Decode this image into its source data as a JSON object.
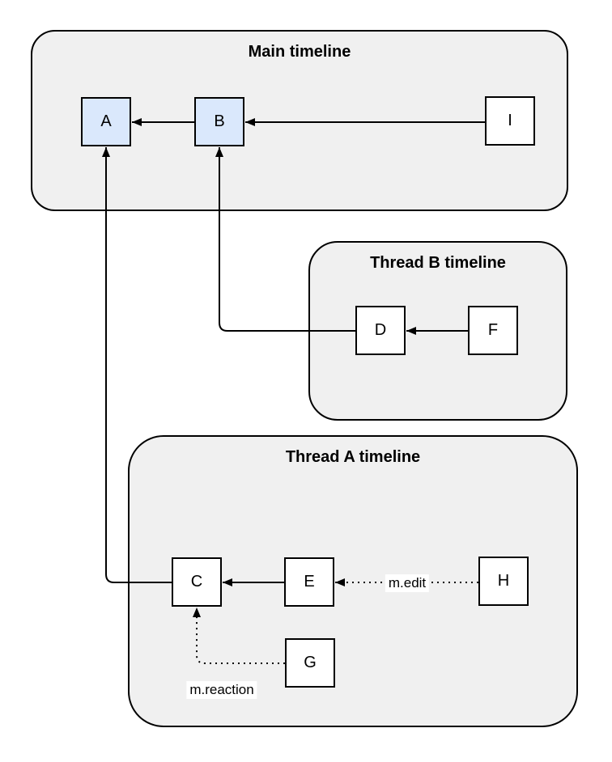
{
  "diagram": {
    "type": "event-relation-diagram",
    "containers": [
      {
        "id": "main",
        "title": "Main timeline"
      },
      {
        "id": "thread_b",
        "title": "Thread B timeline"
      },
      {
        "id": "thread_a",
        "title": "Thread A timeline"
      }
    ],
    "nodes": [
      {
        "id": "A",
        "label": "A",
        "container": "main",
        "fill": "#dae8fc"
      },
      {
        "id": "B",
        "label": "B",
        "container": "main",
        "fill": "#dae8fc"
      },
      {
        "id": "I",
        "label": "I",
        "container": "main",
        "fill": "#ffffff"
      },
      {
        "id": "D",
        "label": "D",
        "container": "thread_b",
        "fill": "#ffffff"
      },
      {
        "id": "F",
        "label": "F",
        "container": "thread_b",
        "fill": "#ffffff"
      },
      {
        "id": "C",
        "label": "C",
        "container": "thread_a",
        "fill": "#ffffff"
      },
      {
        "id": "E",
        "label": "E",
        "container": "thread_a",
        "fill": "#ffffff"
      },
      {
        "id": "H",
        "label": "H",
        "container": "thread_a",
        "fill": "#ffffff"
      },
      {
        "id": "G",
        "label": "G",
        "container": "thread_a",
        "fill": "#ffffff"
      }
    ],
    "edges": [
      {
        "from": "B",
        "to": "A",
        "style": "solid",
        "label": ""
      },
      {
        "from": "I",
        "to": "B",
        "style": "solid",
        "label": ""
      },
      {
        "from": "F",
        "to": "D",
        "style": "solid",
        "label": ""
      },
      {
        "from": "D",
        "to": "B",
        "style": "solid",
        "label": ""
      },
      {
        "from": "E",
        "to": "C",
        "style": "solid",
        "label": ""
      },
      {
        "from": "C",
        "to": "A",
        "style": "solid",
        "label": ""
      },
      {
        "from": "H",
        "to": "E",
        "style": "dotted",
        "label": "m.edit"
      },
      {
        "from": "G",
        "to": "C",
        "style": "dotted",
        "label": "m.reaction"
      }
    ],
    "colors": {
      "container_fill": "#f0f0f0",
      "container_stroke": "#000000",
      "node_highlight_fill": "#dae8fc",
      "node_fill": "#ffffff",
      "node_stroke": "#000000",
      "edge_stroke": "#000000",
      "label_background": "#ffffff"
    }
  }
}
